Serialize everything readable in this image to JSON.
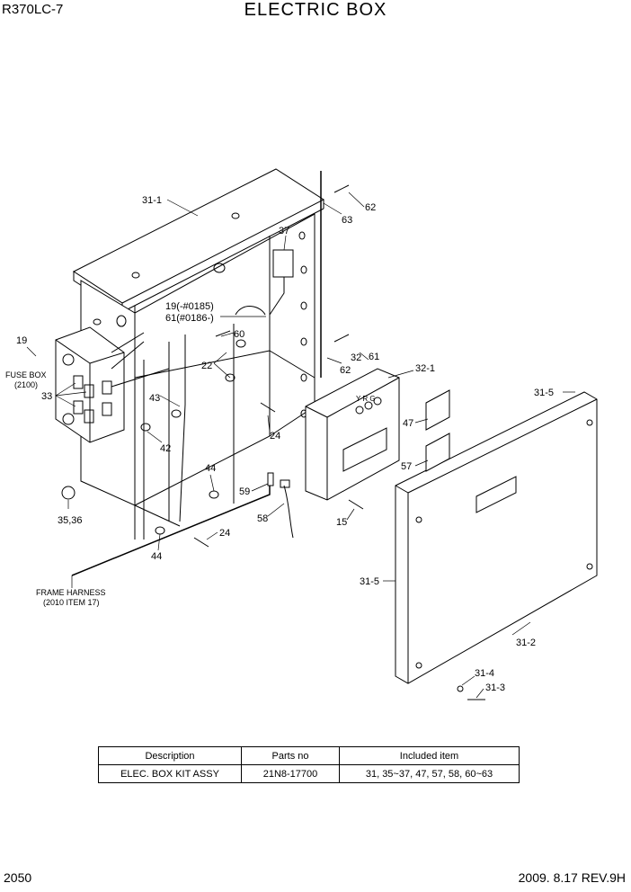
{
  "header": {
    "model": "R370LC-7",
    "title": "ELECTRIC BOX"
  },
  "footer": {
    "page": "2050",
    "date_rev": "2009. 8.17  REV.9H"
  },
  "callouts": {
    "c31_1": "31-1",
    "c37": "37",
    "c63": "63",
    "c62_top": "62",
    "c19_0185": "19(-#0185)",
    "c61_0186": "61(#0186-)",
    "c60": "60",
    "c19": "19",
    "c22": "22",
    "c33": "33",
    "c43": "43",
    "c42": "42",
    "c24_mid": "24",
    "c32": "32",
    "c61": "61",
    "c62_mid": "62",
    "c32_1": "32-1",
    "c31_5_top": "31-5",
    "c47": "47",
    "c57": "57",
    "c44_a": "44",
    "c59": "59",
    "c58": "58",
    "c15": "15",
    "c35_36": "35,36",
    "c24_low": "24",
    "c44_b": "44",
    "c31_5_left": "31-5",
    "c31_2": "31-2",
    "c31_4": "31-4",
    "c31_3": "31-3",
    "fuse_box": "FUSE BOX",
    "fuse_box_ref": "(2100)",
    "frame_harness": "FRAME HARNESS",
    "frame_harness_ref": "(2010 ITEM 17)",
    "ecu_label": "Y R G"
  },
  "parts_table": {
    "headers": [
      "Description",
      "Parts no",
      "Included item"
    ],
    "rows": [
      [
        "ELEC. BOX KIT ASSY",
        "21N8-17700",
        "31, 35~37, 47, 57, 58, 60~63"
      ]
    ]
  }
}
